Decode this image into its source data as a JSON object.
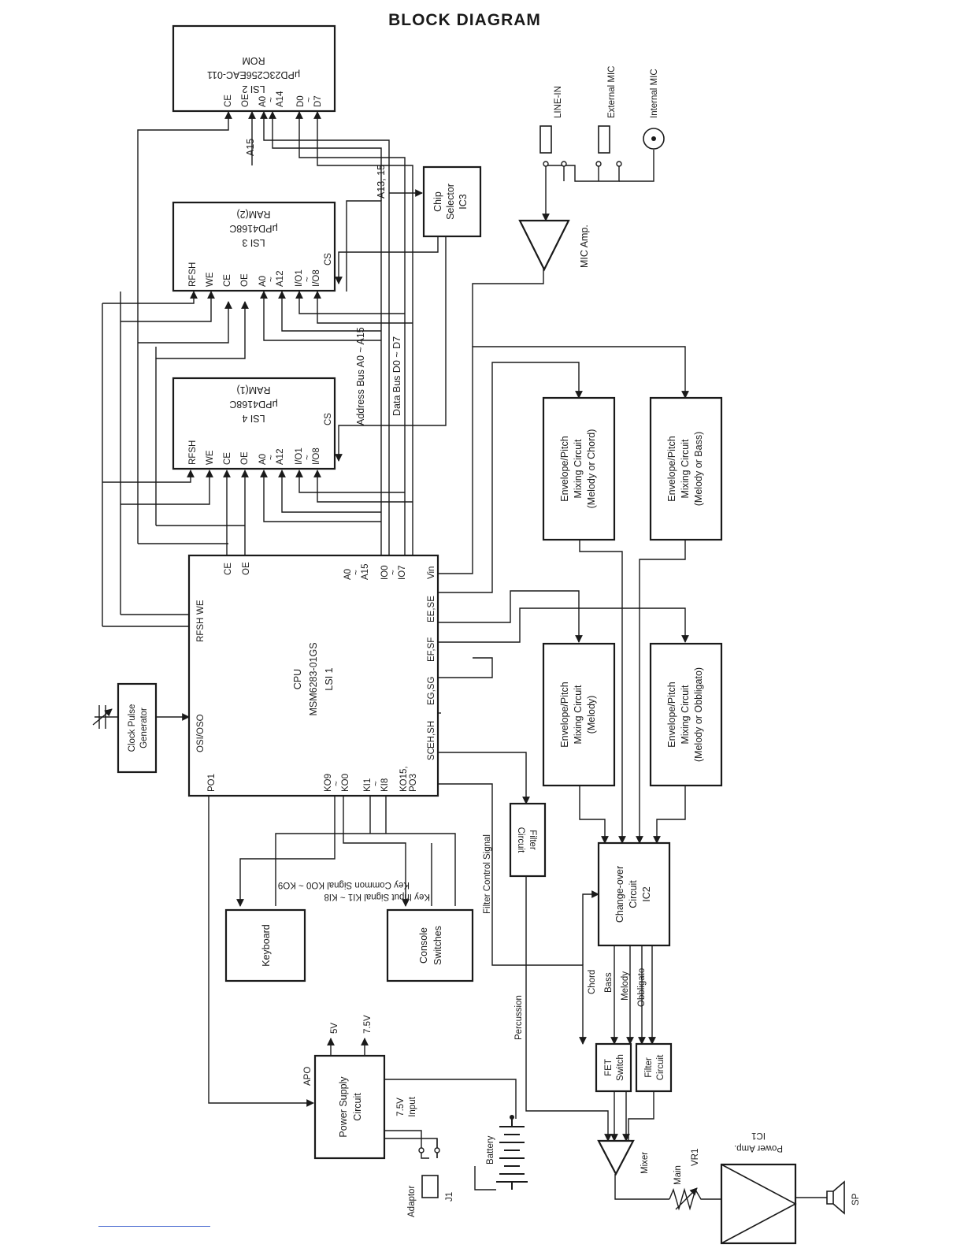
{
  "title": "BLOCK DIAGRAM",
  "blocks": {
    "rom": [
      "LSI 2",
      "μPD23C256EAC-011",
      "ROM"
    ],
    "rom_pins": [
      "CE",
      "OE",
      "A0",
      "~",
      "A14",
      "D0",
      "~",
      "D7"
    ],
    "ram2": [
      "LSI 3",
      "μPD4168C",
      "RAM(2)"
    ],
    "ram2_pins": [
      "RFSH",
      "WE",
      "CE",
      "OE",
      "A0",
      "~",
      "A12",
      "I/O1",
      "~",
      "I/O8"
    ],
    "ram2_cs": "CS",
    "ram1": [
      "LSI 4",
      "μPD4168C",
      "RAM(1)"
    ],
    "ram1_pins": [
      "RFSH",
      "WE",
      "CE",
      "OE",
      "A0",
      "~",
      "A12",
      "I/O1",
      "~",
      "I/O8"
    ],
    "ram1_cs": "CS",
    "chip_selector": [
      "Chip",
      "Selector",
      "IC3"
    ],
    "cpu": [
      "CPU",
      "MSM6283-01GS",
      "LSI 1"
    ],
    "cpu_pins_top": [
      "RFSH",
      "WE",
      "CE",
      "OE",
      "A0",
      "~",
      "A15",
      "IO0",
      "~",
      "IO7"
    ],
    "cpu_pins_right": [
      "Vin",
      "EE,SE",
      "EF,SF",
      "EG,SG",
      "EH,SH",
      "SC"
    ],
    "cpu_pins_left": [
      "OSI/OSO",
      "PO1"
    ],
    "cpu_pins_bottom": [
      "KO9",
      "~",
      "KO0",
      "KI1",
      "~",
      "KI8",
      "KO15,",
      "PO3"
    ],
    "clock": [
      "Clock Pulse",
      "Generator"
    ],
    "env1": [
      "Envelope/Pitch",
      "Mixing Circuit",
      "(Melody or Chord)"
    ],
    "env2": [
      "Envelope/Pitch",
      "Mixing Circuit",
      "(Melody or Bass)"
    ],
    "env3": [
      "Envelope/Pitch",
      "Mixing Circuit",
      "(Melody)"
    ],
    "env4": [
      "Envelope/Pitch",
      "Mixing Circuit",
      "(Melody or Obbligato)"
    ],
    "filter1": [
      "Filter",
      "Circuit"
    ],
    "changeover": [
      "Change-over",
      "Circuit",
      "IC2"
    ],
    "fet": [
      "FET",
      "Switch"
    ],
    "filter2": [
      "Filter",
      "Circuit"
    ],
    "keyboard": "Keyboard",
    "console": [
      "Console",
      "Switches"
    ],
    "power_supply": [
      "Power Supply",
      "Circuit"
    ],
    "power_amp": [
      "Power Amp.",
      "IC1"
    ]
  },
  "labels": {
    "address_bus": "Address Bus A0 ~ A15",
    "data_bus": "Data Bus D0 ~ D7",
    "a15": "A15",
    "a13_15": "A13, 15",
    "mic_amp": "MIC Amp.",
    "line_in": "LINE-IN",
    "ext_mic": "External MIC",
    "int_mic": "Internal MIC",
    "filter_control": "Filter Control Signal",
    "key_input": "Key Input Signal KI1 ~ KI8",
    "key_common": "Key Common Signal KO0 ~ KO9",
    "percussion": "Percussion",
    "chord": "Chord",
    "bass": "Bass",
    "melody": "Melody",
    "obbligato": "Obbligato",
    "v5": "5V",
    "v75": "7.5V",
    "apo": "APO",
    "input": [
      "7.5V",
      "Input"
    ],
    "battery": "Battery",
    "adaptor": "Adaptor",
    "j1": "J1",
    "mixer": "Mixer",
    "main": "Main",
    "vr1": "VR1",
    "sp": "SP"
  }
}
